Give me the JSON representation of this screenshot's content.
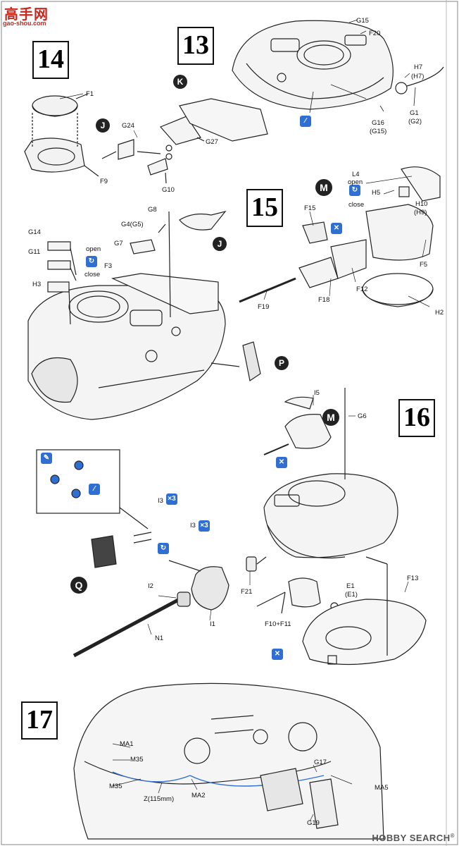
{
  "watermark": {
    "title": "高手网",
    "url": "gao-shou.com"
  },
  "steps": {
    "s13": "13",
    "s14": "14",
    "s15": "15",
    "s16": "16",
    "s17": "17"
  },
  "markers": {
    "J": "J",
    "K": "K",
    "M": "M",
    "P": "P",
    "Q": "Q"
  },
  "labels": {
    "G15": "G15",
    "F20": "F20",
    "H7": "H7",
    "H7p": "(H7)",
    "G1": "G1",
    "G2p": "(G2)",
    "G16": "G16",
    "G15p": "(G15)",
    "F1": "F1",
    "G24": "G24",
    "F9": "F9",
    "G27": "G27",
    "G10": "G10",
    "L4": "L4",
    "open": "open",
    "close": "close",
    "H5": "H5",
    "H10": "H10",
    "H9p": "(H9)",
    "F15": "F15",
    "F5": "F5",
    "F12": "F12",
    "F18": "F18",
    "F19": "F19",
    "H2": "H2",
    "G8": "G8",
    "G4G5": "G4(G5)",
    "G7": "G7",
    "F3": "F3",
    "G14": "G14",
    "G11": "G11",
    "H3": "H3",
    "I5": "I5",
    "G6": "G6",
    "I3a": "I3",
    "I3b": "I3",
    "I2": "I2",
    "I1": "I1",
    "N1": "N1",
    "F21": "F21",
    "F10F11": "F10+F11",
    "E1": "E1",
    "E1p": "(E1)",
    "F13": "F13",
    "MA1": "MA1",
    "M35a": "M35",
    "M35b": "M35",
    "Z": "Z(115mm)",
    "MA2": "MA2",
    "G17": "G17",
    "MA5": "MA5",
    "G19": "G19"
  },
  "brand": {
    "name": "HOBBY SEARCH",
    "mark": "®"
  },
  "colors": {
    "accent": "#2f6fd3",
    "watermark": "#c8281e"
  }
}
